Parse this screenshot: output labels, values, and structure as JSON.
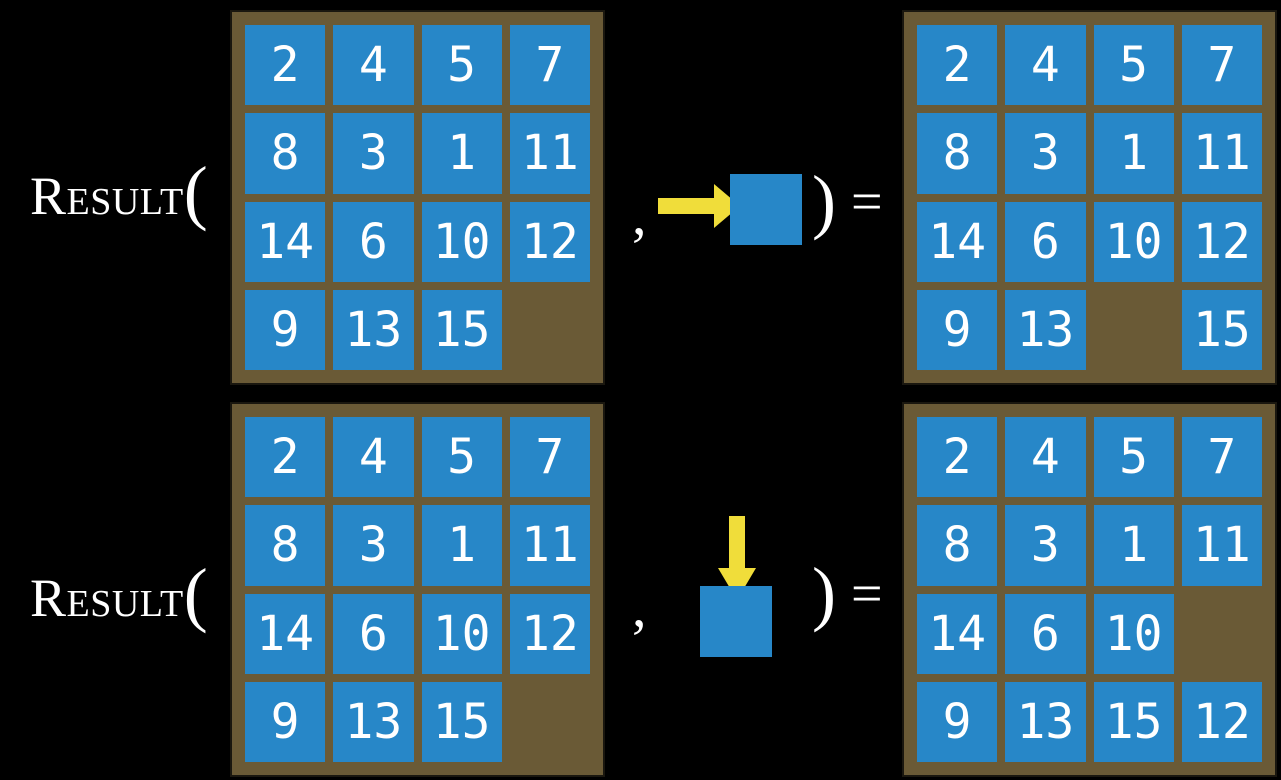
{
  "slide": {
    "function_name": "Result",
    "open_paren": "(",
    "comma": ",",
    "close_paren": ")",
    "equals": "=",
    "rows": [
      {
        "action_direction": "right",
        "input_grid": [
          [
            "2",
            "4",
            "5",
            "7"
          ],
          [
            "8",
            "3",
            "1",
            "11"
          ],
          [
            "14",
            "6",
            "10",
            "12"
          ],
          [
            "9",
            "13",
            "15",
            ""
          ]
        ],
        "output_grid": [
          [
            "2",
            "4",
            "5",
            "7"
          ],
          [
            "8",
            "3",
            "1",
            "11"
          ],
          [
            "14",
            "6",
            "10",
            "12"
          ],
          [
            "9",
            "13",
            "",
            "15"
          ]
        ]
      },
      {
        "action_direction": "down",
        "input_grid": [
          [
            "2",
            "4",
            "5",
            "7"
          ],
          [
            "8",
            "3",
            "1",
            "11"
          ],
          [
            "14",
            "6",
            "10",
            "12"
          ],
          [
            "9",
            "13",
            "15",
            ""
          ]
        ],
        "output_grid": [
          [
            "2",
            "4",
            "5",
            "7"
          ],
          [
            "8",
            "3",
            "1",
            "11"
          ],
          [
            "14",
            "6",
            "10",
            ""
          ],
          [
            "9",
            "13",
            "15",
            "12"
          ]
        ]
      }
    ]
  },
  "colors": {
    "background": "#000000",
    "board": "#6a5a36",
    "board_border": "#1a170f",
    "tile": "#2787c8",
    "tile_text": "#ffffff",
    "arrow": "#f0dd3a",
    "text": "#ffffff"
  }
}
